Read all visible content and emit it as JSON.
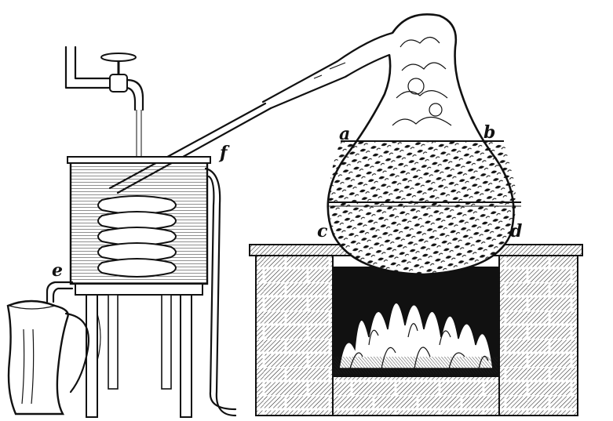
{
  "diagram": {
    "labels": {
      "a": "a",
      "b": "b",
      "c": "c",
      "d": "d",
      "e": "e",
      "f": "f"
    }
  }
}
